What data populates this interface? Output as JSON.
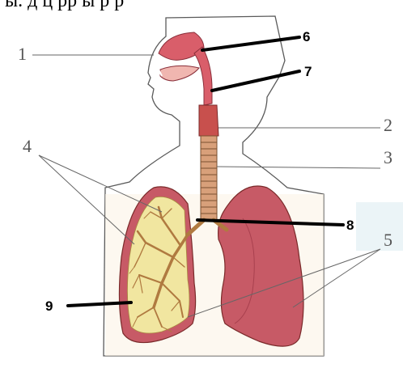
{
  "header_fragment": "ы. д ц рр      ы р      р",
  "labels": {
    "l1": "1",
    "l2": "2",
    "l3": "3",
    "l4": "4",
    "l5": "5",
    "l6": "6",
    "l7": "7",
    "l8": "8",
    "l9": "9"
  },
  "colors": {
    "lung_fill": "#c75a66",
    "airway": "#d8a07a",
    "tissue_pink": "#d95e6a",
    "cut_lung_fill": "#f1e6a0",
    "outline": "#4a4a4a"
  }
}
